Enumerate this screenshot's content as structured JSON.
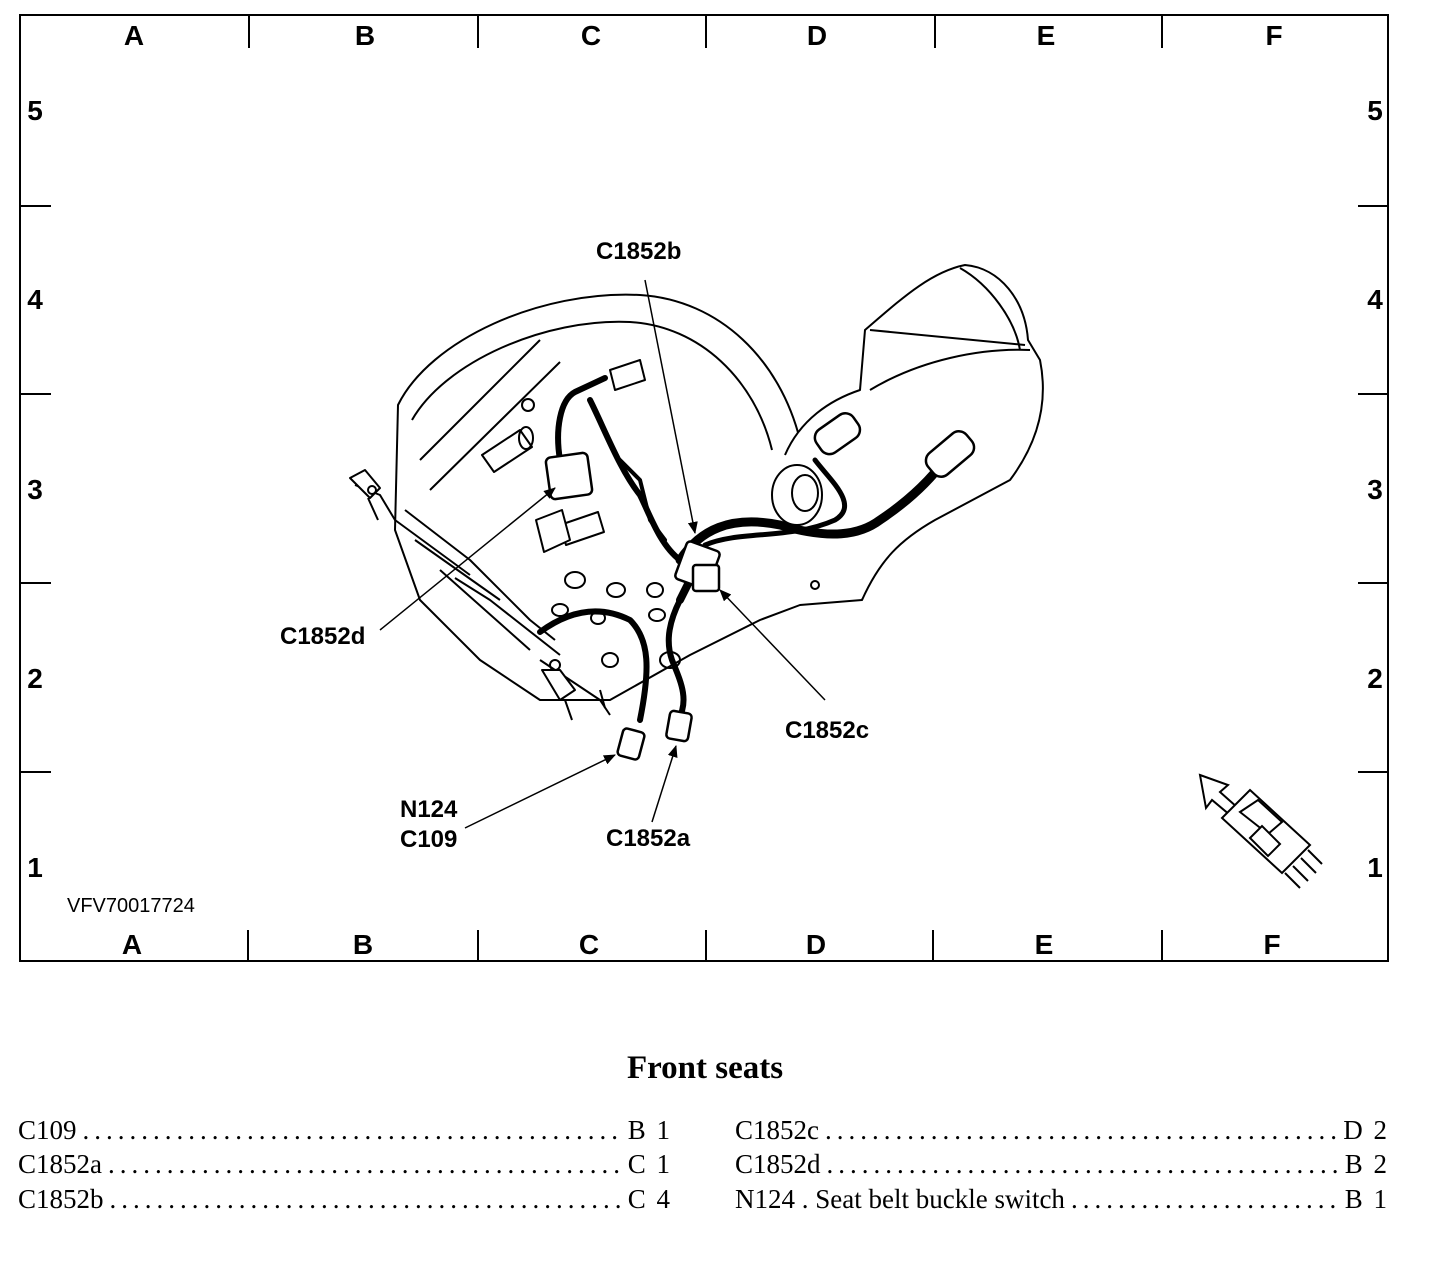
{
  "grid": {
    "columns": [
      "A",
      "B",
      "C",
      "D",
      "E",
      "F"
    ],
    "rows": [
      "5",
      "4",
      "3",
      "2",
      "1"
    ]
  },
  "image_ref": "VFV70017724",
  "callouts": {
    "c1852b": "C1852b",
    "c1852d": "C1852d",
    "c1852c": "C1852c",
    "n124": "N124",
    "c109": "C109",
    "c1852a": "C1852a"
  },
  "legend": {
    "title": "Front seats",
    "left": [
      {
        "name": "C109",
        "loc": "B 1"
      },
      {
        "name": "C1852a",
        "loc": "C 1"
      },
      {
        "name": "C1852b",
        "loc": "C 4"
      }
    ],
    "right": [
      {
        "name": "C1852c",
        "loc": "D 2"
      },
      {
        "name": "C1852d",
        "loc": "B 2"
      },
      {
        "name": "N124 .  Seat belt buckle switch",
        "loc": "B 1"
      }
    ]
  }
}
